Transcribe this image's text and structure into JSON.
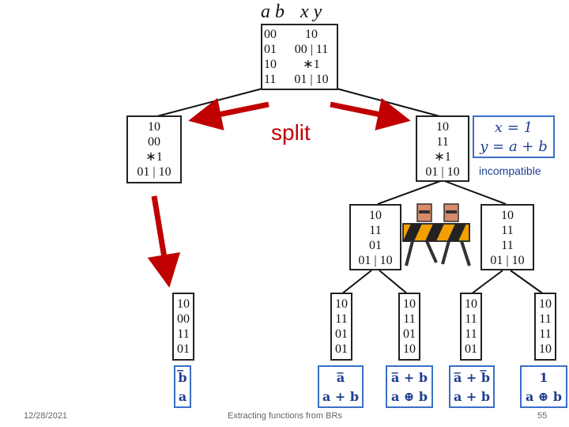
{
  "header": {
    "ab": "a b",
    "xy": "x y"
  },
  "root": {
    "ab_rows": [
      "00",
      "01",
      "10",
      "11"
    ],
    "xy_rows": [
      "10",
      "00 | 11",
      "∗1",
      "01 | 10"
    ]
  },
  "split_label": "split",
  "left_node": {
    "rows": [
      "10",
      "00",
      "∗1",
      "01 | 10"
    ]
  },
  "right_node": {
    "rows": [
      "10",
      "11",
      "∗1",
      "01 | 10"
    ]
  },
  "incompatible_box": {
    "line1": "x = 1",
    "line2": "y = a + b"
  },
  "incompatible_label": "incompatible",
  "rr_left": {
    "rows": [
      "10",
      "11",
      "01",
      "01 | 10"
    ]
  },
  "rr_right": {
    "rows": [
      "10",
      "11",
      "11",
      "01 | 10"
    ]
  },
  "leaves": [
    {
      "rows": [
        "10",
        "00",
        "11",
        "01"
      ],
      "f1": "b̅",
      "f2": "a"
    },
    {
      "rows": [
        "10",
        "11",
        "01",
        "01"
      ],
      "f1": "a̅",
      "f2": "a + b"
    },
    {
      "rows": [
        "10",
        "11",
        "01",
        "10"
      ],
      "f1": "a̅ + b",
      "f2": "a ⊕ b"
    },
    {
      "rows": [
        "10",
        "11",
        "11",
        "01"
      ],
      "f1": "a̅ + b̅",
      "f2": "a + b"
    },
    {
      "rows": [
        "10",
        "11",
        "11",
        "10"
      ],
      "f1": "1",
      "f2": "a ⊕ b"
    }
  ],
  "footer": {
    "date": "12/28/2021",
    "title": "Extracting functions from BRs",
    "page": "55"
  },
  "icons": [
    "roadblock-icon"
  ]
}
